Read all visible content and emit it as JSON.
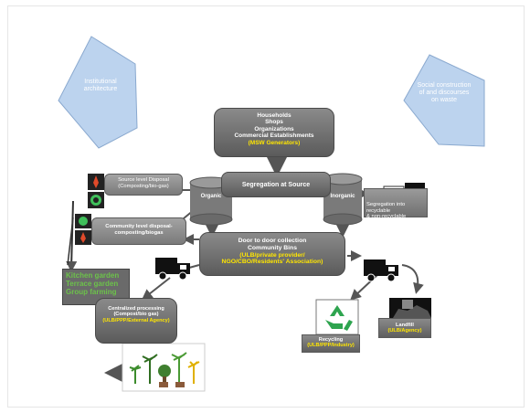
{
  "pentagon_left": {
    "line1": "Institutional",
    "line2": "architecture"
  },
  "pentagon_right": {
    "line1": "Social construction",
    "line2": "of   and discourses",
    "line3": "on   waste"
  },
  "generators": {
    "lines": [
      "Households",
      "Shops",
      "Organizations",
      "Commercial Establishments"
    ],
    "tag": "(MSW Generators)"
  },
  "segregation": "Segregation at Source",
  "organic": "Organic",
  "inorganic": "Inorganic",
  "source_disposal": {
    "line1": "Source level Disposal",
    "line2": "(Composting/bio-gas)"
  },
  "community_disposal": {
    "line1": "Community level disposal-",
    "line2": "composting/biogas"
  },
  "segregation_recyclable": {
    "line1": "Segregation into recyclable",
    "line2": "& non-recyclable"
  },
  "collection": {
    "line1": "Door to door collection",
    "line2": "Community Bins",
    "tag1": "(ULB/private provider/",
    "tag2": "NGO/CBO/Residents' Association)"
  },
  "gardens": [
    "Kitchen garden",
    "Terrace garden",
    "Group farming"
  ],
  "centralized": {
    "line1": "Centralized processing",
    "line2": "(Compost/bio gas)",
    "tag": "(ULB/PPP/External Agency)"
  },
  "recycling": {
    "line1": "Recycling",
    "tag": "(ULB/PPP/Industry)"
  },
  "landfill": {
    "line1": "Landfill",
    "tag": "(ULB/Agency)"
  },
  "colors": {
    "pentagon_fill": "#bcd3ee",
    "box_grey": "#6e6e6e",
    "accent_yellow": "#ffe600",
    "garden_green": "#6cc24a",
    "recycle_green": "#2ea44f"
  }
}
